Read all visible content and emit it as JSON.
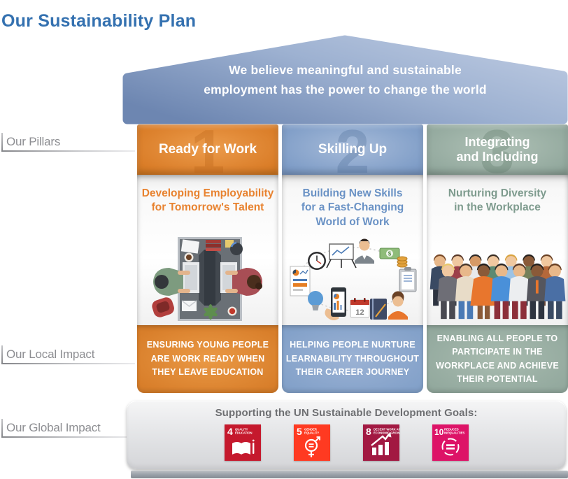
{
  "page": {
    "title": "Our Sustainability Plan"
  },
  "roof": {
    "line1": "We believe meaningful and sustainable",
    "line2": "employment has the power to change the world"
  },
  "side_labels": {
    "pillars": "Our Pillars",
    "local_impact": "Our Local Impact",
    "global_impact": "Our Global Impact"
  },
  "pillars": [
    {
      "number": "1",
      "title_lines": [
        "Ready for Work"
      ],
      "subtitle_lines": [
        "Developing Employability",
        "for Tomorrow's Talent"
      ],
      "impact_lines": [
        "ENSURING YOUNG PEOPLE",
        "ARE WORK READY WHEN",
        "THEY LEAVE EDUCATION"
      ],
      "accent_color": "#DA7D28",
      "illustration": "two-people-working-at-shared-desk-top-view"
    },
    {
      "number": "2",
      "title_lines": [
        "Skilling Up"
      ],
      "subtitle_lines": [
        "Building New Skills",
        "for a Fast-Changing",
        "World of Work"
      ],
      "impact_lines": [
        "HELPING PEOPLE NURTURE",
        "LEARNABILITY THROUGHOUT",
        "THEIR CAREER JOURNEY"
      ],
      "accent_color": "#7F9DC7",
      "illustration": "career-journey-icon-loop"
    },
    {
      "number": "3",
      "title_lines": [
        "Integrating",
        "and Including"
      ],
      "subtitle_lines": [
        "Nurturing Diversity",
        "in the Workplace"
      ],
      "impact_lines": [
        "ENABLING ALL PEOPLE TO",
        "PARTICIPATE IN THE",
        "WORKPLACE AND ACHIEVE",
        "THEIR POTENTIAL"
      ],
      "accent_color": "#93A99E",
      "illustration": "diverse-crowd-of-people"
    }
  ],
  "global_impact": {
    "heading": "Supporting the UN Sustainable Development Goals:",
    "sdgs": [
      {
        "number": "4",
        "label_lines": [
          "QUALITY",
          "EDUCATION"
        ],
        "color": "#C5192D",
        "icon": "open-book-icon"
      },
      {
        "number": "5",
        "label_lines": [
          "GENDER",
          "EQUALITY"
        ],
        "color": "#FF3A21",
        "icon": "gender-symbol-icon"
      },
      {
        "number": "8",
        "label_lines": [
          "DECENT WORK AND",
          "ECONOMIC GROWTH"
        ],
        "color": "#A21942",
        "icon": "growth-chart-icon"
      },
      {
        "number": "10",
        "label_lines": [
          "REDUCED",
          "INEQUALITIES"
        ],
        "color": "#DD1367",
        "icon": "equals-circle-icon"
      }
    ]
  }
}
